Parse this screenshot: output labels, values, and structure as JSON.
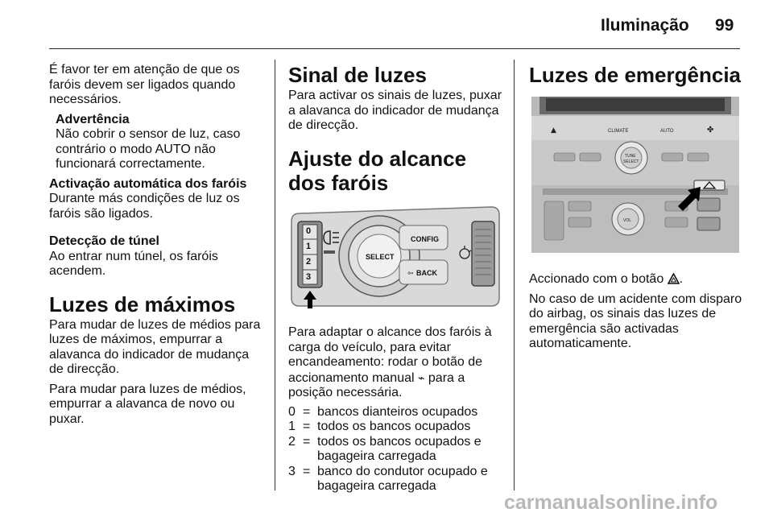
{
  "header": {
    "title": "Iluminação",
    "page_number": "99"
  },
  "col1": {
    "intro": "É favor ter em atenção de que os faróis devem ser ligados quando necessários.",
    "warning_title": "Advertência",
    "warning_text": "Não cobrir o sensor de luz, caso contrário o modo AUTO não funcionará correctamente.",
    "auto_title": "Activação automática dos faróis",
    "auto_text": "Durante más condições de luz os faróis são ligados.",
    "tunnel_title": "Detecção de túnel",
    "tunnel_text": "Ao entrar num túnel, os faróis acendem.",
    "high_beam_heading": "Luzes de máximos",
    "high_beam_p1": "Para mudar de luzes de médios para luzes de máximos, empurrar a alavanca do indicador de mudança de direcção.",
    "high_beam_p2": "Para mudar para luzes de médios, empurrar a alavanca de novo ou puxar."
  },
  "col2": {
    "signal_heading": "Sinal de luzes",
    "signal_text": "Para activar os sinais de luzes, puxar a alavanca do indicador de mudança de direcção.",
    "range_heading": "Ajuste do alcance dos faróis",
    "range_text_a": "Para adaptar o alcance dos faróis à carga do veículo, para evitar encandeamento: rodar o botão de accionamento manual",
    "range_text_b": "para a posição necessária.",
    "figure_labels": {
      "d0": "0",
      "d1": "1",
      "d2": "2",
      "d3": "3",
      "select": "SELECT",
      "config": "CONFIG",
      "back": "BACK"
    },
    "positions": [
      {
        "key": "0",
        "eq": "=",
        "value": "bancos dianteiros ocupados"
      },
      {
        "key": "1",
        "eq": "=",
        "value": "todos os bancos ocupados"
      },
      {
        "key": "2",
        "eq": "=",
        "value": "todos os bancos ocupados e bagageira carregada"
      },
      {
        "key": "3",
        "eq": "=",
        "value": "banco do condutor ocupado e bagageira carregada"
      }
    ]
  },
  "col3": {
    "hazard_heading": "Luzes de emergência",
    "hazard_p1": "Accionado com o botão",
    "hazard_p1_end": ".",
    "hazard_p2": "No caso de um acidente com disparo do airbag, os sinais das luzes de emergência são activadas automaticamente.",
    "figure_labels": {
      "climate": "CLIMATE",
      "auto": "AUTO",
      "tune": "TUNE",
      "select": "SELECT",
      "vol": "VOL"
    }
  },
  "footer": {
    "watermark": "carmanualsonline.info"
  }
}
